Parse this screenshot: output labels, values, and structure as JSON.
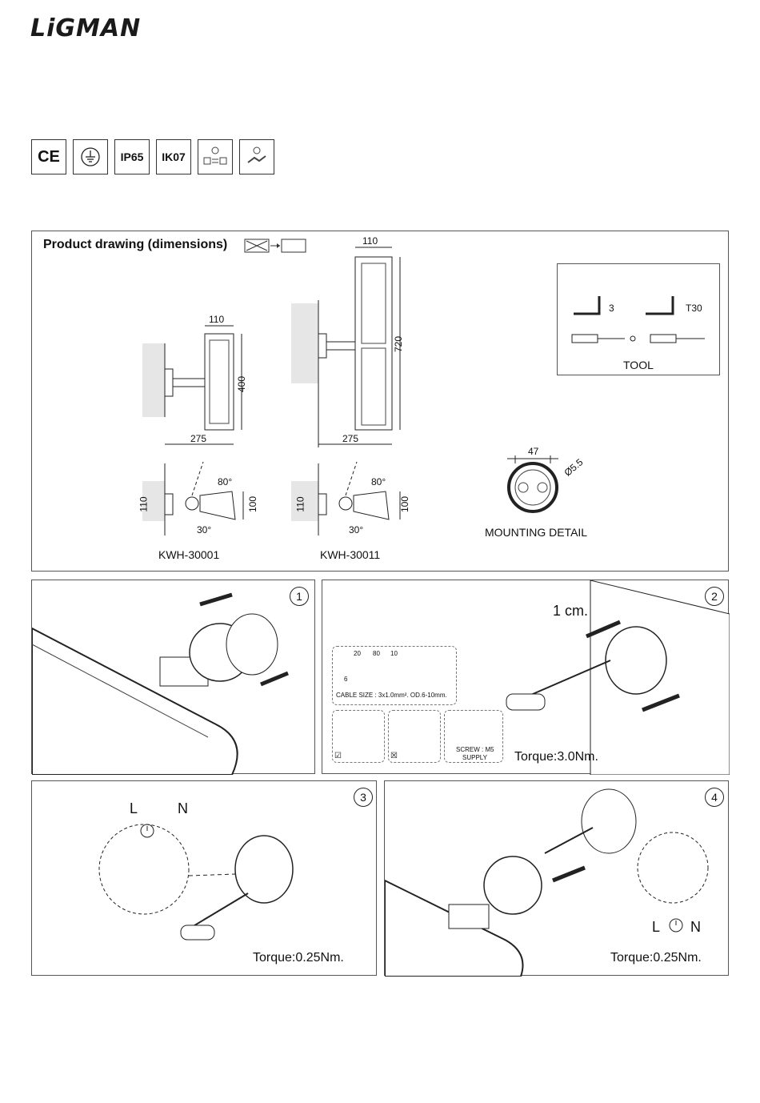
{
  "header": {
    "brand": "LiGMAN"
  },
  "certifications": [
    {
      "name": "ce-mark",
      "label": "CE"
    },
    {
      "name": "earth-symbol",
      "label": ""
    },
    {
      "name": "ip-rating",
      "label": "IP65"
    },
    {
      "name": "ik-rating",
      "label": "IK07"
    },
    {
      "name": "voltage-icon",
      "label": ""
    },
    {
      "name": "driver-icon",
      "label": ""
    }
  ],
  "drawing": {
    "title": "Product drawing (dimensions)",
    "model_a": {
      "name": "KWH-30001",
      "width": "110",
      "height": "400",
      "depth": "275",
      "angle_up": "80°",
      "angle_down": "30°",
      "base_h": "110",
      "body_h": "100"
    },
    "model_b": {
      "name": "KWH-30011",
      "width": "110",
      "height": "720",
      "depth": "275",
      "angle_up": "80°",
      "angle_down": "30°",
      "base_h": "110",
      "body_h": "100"
    },
    "tool": {
      "label": "TOOL",
      "hex": "3",
      "torx": "T30"
    },
    "mounting": {
      "label": "MOUNTING DETAIL",
      "spacing": "47",
      "hole": "Ø5.5"
    }
  },
  "steps": [
    {
      "number": "1"
    },
    {
      "number": "2",
      "torque": "Torque:3.0Nm.",
      "strip": "1 cm.",
      "cable": {
        "d1": "20",
        "d2": "80",
        "d3": "10",
        "d4": "6",
        "size": "CABLE SIZE : 3x1.0mm².   OD.6-10mm."
      },
      "screw": {
        "line1": "SCREW : M5",
        "line2": "SUPPLY"
      }
    },
    {
      "number": "3",
      "torque": "Torque:0.25Nm.",
      "live": "L",
      "neutral": "N"
    },
    {
      "number": "4",
      "torque": "Torque:0.25Nm.",
      "live": "L",
      "neutral": "N"
    }
  ]
}
